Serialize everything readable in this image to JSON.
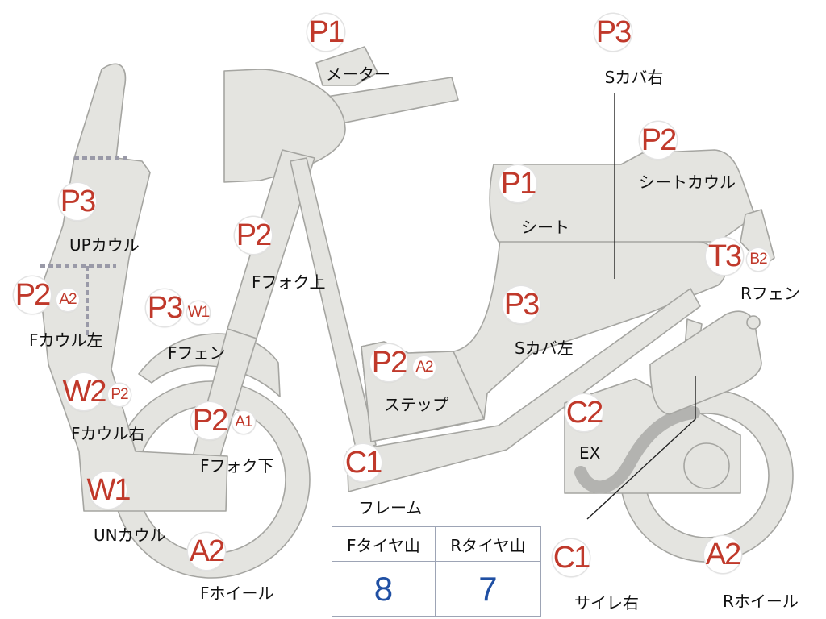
{
  "theme": {
    "badge_text_color": "#c0392b",
    "tire_value_color": "#1f4fa3",
    "part_fill": "#e4e4e0",
    "part_stroke": "#a5a5a1"
  },
  "parts": [
    {
      "id": "meter",
      "grade": "P1",
      "name": "メーター"
    },
    {
      "id": "s-cover-right",
      "grade": "P3",
      "name": "Sカバ右"
    },
    {
      "id": "seat-cowl",
      "grade": "P2",
      "name": "シートカウル"
    },
    {
      "id": "seat",
      "grade": "P1",
      "name": "シート"
    },
    {
      "id": "up-cowl",
      "grade": "P3",
      "name": "UPカウル"
    },
    {
      "id": "f-fork-upper",
      "grade": "P2",
      "name": "Fフォク上"
    },
    {
      "id": "r-fender",
      "grade": "T3",
      "sub_grade": "B2",
      "name": "Rフェン"
    },
    {
      "id": "f-cowl-left",
      "grade": "P2",
      "sub_grade": "A2",
      "name": "Fカウル左"
    },
    {
      "id": "f-fender",
      "grade": "P3",
      "sub_grade": "W1",
      "name": "Fフェン"
    },
    {
      "id": "s-cover-left",
      "grade": "P3",
      "name": "Sカバ左"
    },
    {
      "id": "step",
      "grade": "P2",
      "sub_grade": "A2",
      "name": "ステップ"
    },
    {
      "id": "f-cowl-right",
      "grade": "W2",
      "sub_grade": "P2",
      "name": "Fカウル右"
    },
    {
      "id": "f-fork-lower",
      "grade": "P2",
      "sub_grade": "A1",
      "name": "Fフォク下"
    },
    {
      "id": "ex",
      "grade": "C2",
      "name": "EX"
    },
    {
      "id": "frame",
      "grade": "C1",
      "name": "フレーム"
    },
    {
      "id": "un-cowl",
      "grade": "W1",
      "name": "UNカウル"
    },
    {
      "id": "f-wheel",
      "grade": "A2",
      "name": "Fホイール"
    },
    {
      "id": "silencer-right",
      "grade": "C1",
      "name": "サイレ右"
    },
    {
      "id": "r-wheel",
      "grade": "A2",
      "name": "Rホイール"
    }
  ],
  "tire_table": {
    "headers": [
      "Fタイヤ山",
      "Rタイヤ山"
    ],
    "values": [
      "8",
      "7"
    ]
  }
}
